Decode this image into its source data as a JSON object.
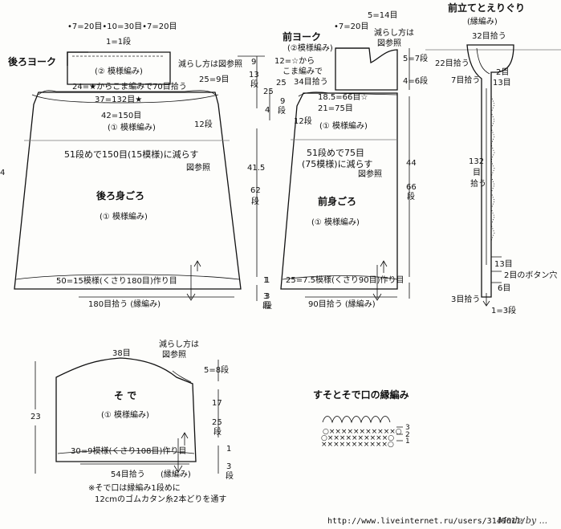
{
  "back": {
    "title": "後ろヨーク",
    "top_dims": "•7=20目•10=30目•7=20目",
    "row1": "1=1段",
    "yoke_pattern": "(② 模様編み)",
    "pickup": "24=★からこま編みで70目拾う",
    "decrease_note": "減らし方は図参照",
    "rows25": "25=9目",
    "v9": "9",
    "v13": "13",
    "vdan": "段",
    "width37": "37=132目★",
    "width42": "42=150目",
    "body_pattern_top": "(① 模様編み)",
    "rows12": "12段",
    "reduce_note": "51段めで150目(15模様)に減らす",
    "zusan": "図参照",
    "name": "後ろ身ごろ",
    "name_pattern": "(① 模様編み)",
    "v41": "41.5",
    "v62": "62",
    "v62dan": "段",
    "bottom": "50=15模様(くさり180目)作り目",
    "pickup_edge": "180目拾う (縁編み)",
    "v1": "1",
    "v3": "3",
    "v3dan": "段",
    "left_clip": "4"
  },
  "front": {
    "top5": "5=14目",
    "top7": "•7=20目",
    "title": "前ヨーク",
    "yoke_pattern": "(②模様編み)",
    "decrease_note1": "減らし方は",
    "decrease_note2": "図参照",
    "pick12": "12=☆から",
    "pick12b": "こま編みで",
    "pick12c": "34目拾う",
    "rows5_7": "5=7段",
    "rows4_6": "4=6段",
    "h25": "25",
    "h25b": "25",
    "h9": "9",
    "h4": "4",
    "hdan": "段",
    "w185": "18.5=66目☆",
    "w21": "21=75目",
    "rows12": "12段",
    "body_pattern_top": "(① 模様編み)",
    "reduce1": "51段めで75目",
    "reduce2": "(75模様)に減らす",
    "zusan": "図参照",
    "v44": "44",
    "v66": "66",
    "v66dan": "段",
    "name": "前身ごろ",
    "name_pattern": "(① 模様編み)",
    "bottom": "25=7.5模様(くさり90目)作り目",
    "pickup_edge": "90目拾う (縁編み)",
    "v1": "1",
    "v3": "3",
    "v3dan": "段"
  },
  "collar": {
    "title": "前立てとえりぐり",
    "subtitle": "(縁編み)",
    "top32": "32目拾う",
    "left22": "22目拾う",
    "r2": "2目",
    "r13": "13目",
    "l7": "7目拾う",
    "v132": "132",
    "v132b": "目",
    "v132c": "拾う",
    "b13": "13目",
    "bhole": "2目のボタン穴",
    "b6": "6目",
    "b3": "3目拾う",
    "b13dan": "1=3段"
  },
  "sleeve": {
    "top38": "38目",
    "dec1": "減らし方は",
    "dec2": "図参照",
    "rows58": "5=8段",
    "name": "そ で",
    "name_pattern": "(① 模様編み)",
    "v23": "23",
    "v17": "17",
    "v25": "25",
    "vdan": "段",
    "bottom": "30=9模様(くさり108目)作り目",
    "pickup": "54目拾う",
    "pickup_edge": "(縁編み)",
    "v1": "1",
    "v3": "3",
    "v3dan": "段",
    "note1": "※そで口は縁編み1段めに",
    "note2": "12cmのゴムカタン糸2本どりを通す"
  },
  "edging": {
    "title": "すそとそで口の縁編み",
    "l3": "3",
    "l2": "2",
    "l1": "1"
  },
  "footer": {
    "url": "http://www.liveinternet.ru/users/3149611/",
    "credit": "Made by ..."
  }
}
